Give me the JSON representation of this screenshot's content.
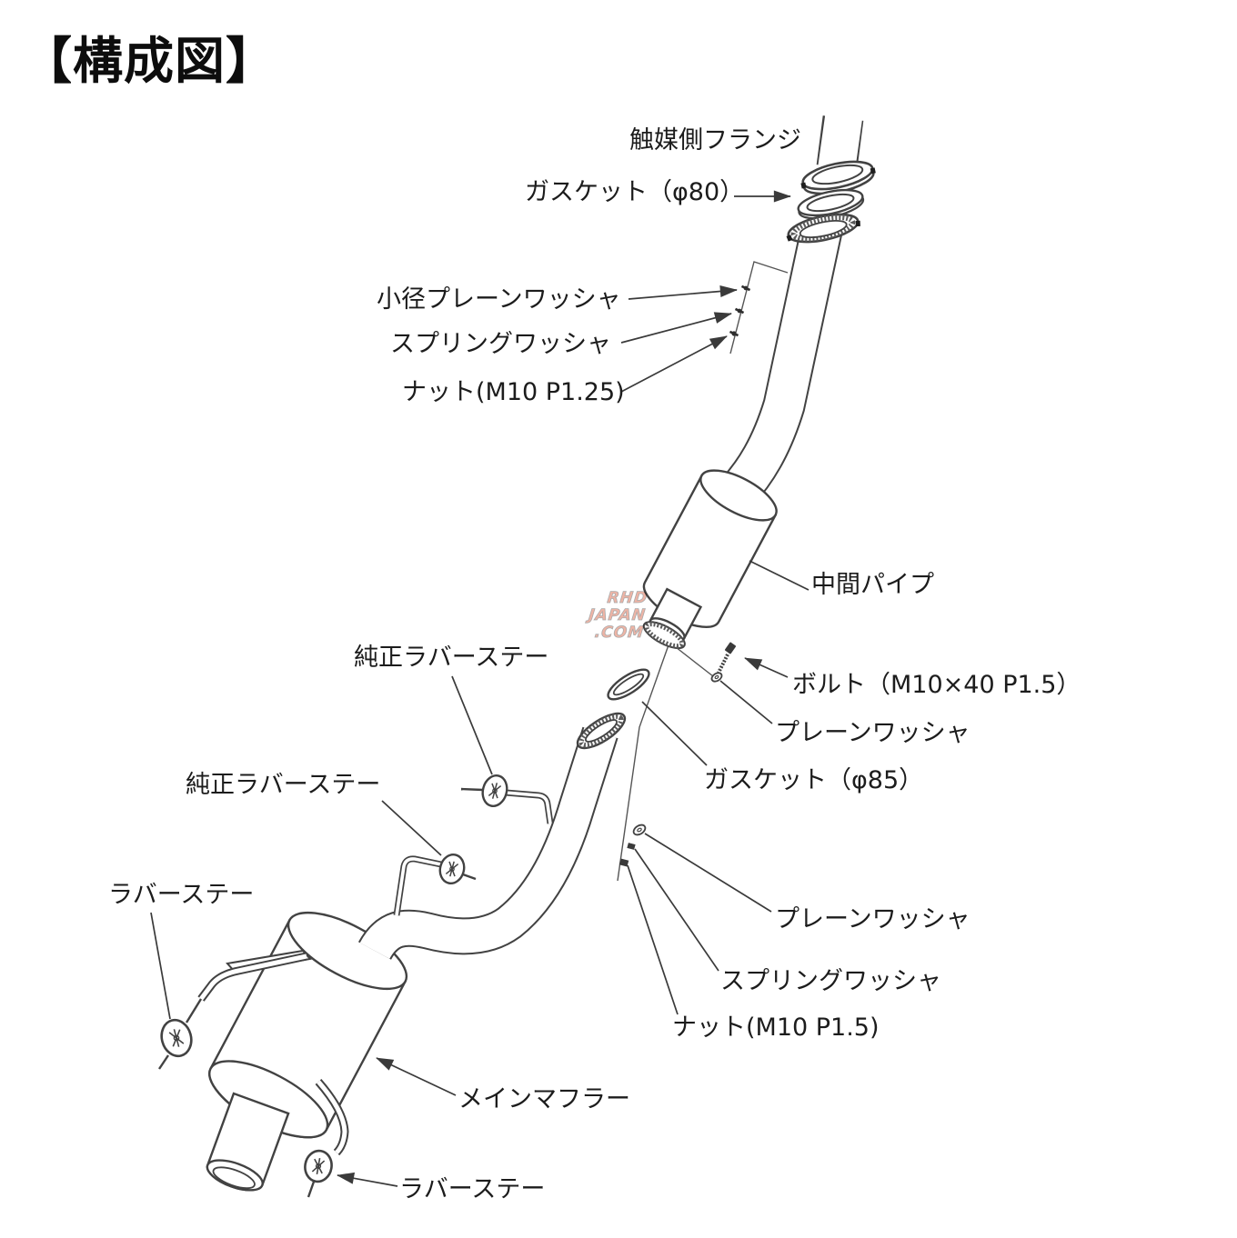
{
  "title": "【構成図】",
  "watermark": {
    "line1": "RHD",
    "line2": "JAPAN",
    "line3": ".COM"
  },
  "labels": {
    "catalyst_flange": "触媒側フランジ",
    "gasket_80": "ガスケット（φ80）",
    "small_plain_washer": "小径プレーンワッシャ",
    "spring_washer_upper": "スプリングワッシャ",
    "nut_m10_p125": "ナット(M10 P1.25)",
    "middle_pipe": "中間パイプ",
    "bolt_m10x40": "ボルト（M10×40 P1.5）",
    "plain_washer_upper": "プレーンワッシャ",
    "gasket_85": "ガスケット（φ85）",
    "oem_rubber_stay_1": "純正ラバーステー",
    "oem_rubber_stay_2": "純正ラバーステー",
    "plain_washer_lower": "プレーンワッシャ",
    "spring_washer_lower": "スプリングワッシャ",
    "nut_m10_p15": "ナット(M10 P1.5)",
    "rubber_stay_left": "ラバーステー",
    "main_muffler": "メインマフラー",
    "rubber_stay_bottom": "ラバーステー"
  },
  "colors": {
    "line": "#424242",
    "text": "#1c1c1c",
    "watermark_fill": "#eeb0a0",
    "watermark_outline": "#a6a6a6"
  }
}
